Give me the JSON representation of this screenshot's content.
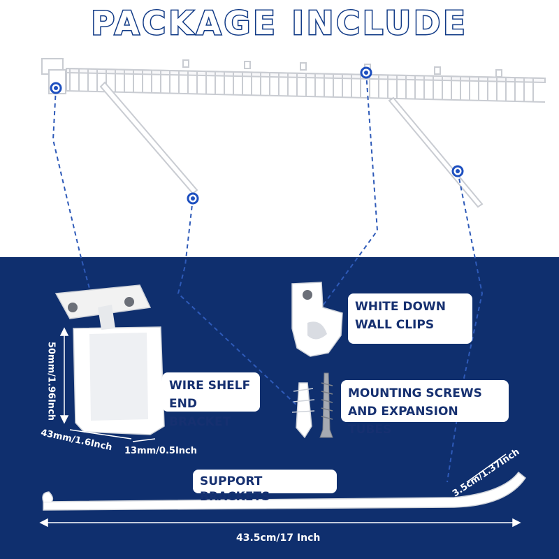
{
  "title": "PACKAGE INCLUDE",
  "labels": {
    "wall_clips": [
      "WHITE DOWN",
      "WALL CLIPS"
    ],
    "end_bracket": [
      "WIRE SHELF",
      "END BRACKET"
    ],
    "screws": [
      "MOUNTING SCREWS",
      "AND EXPANSION TUBES"
    ],
    "support": "SUPPORT BRACKETS"
  },
  "dimensions": {
    "bracket_height": "50mm/1.96Inch",
    "bracket_depth": "43mm/1.6Inch",
    "bracket_slot": "13mm/0.5Inch",
    "support_length": "43.5cm/17 Inch",
    "support_hook": "3.5cm/1.37Inch"
  },
  "colors": {
    "navy": "#0f2f6e",
    "accent_blue": "#1d4fbf",
    "title_stroke": "#123b87",
    "white": "#ffffff"
  }
}
